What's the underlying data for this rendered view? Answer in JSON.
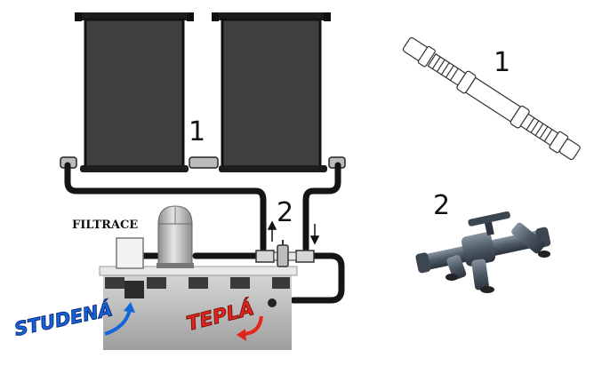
{
  "labels": {
    "panel_callout": "1",
    "valve_callout": "2",
    "filter": "FILTRACE",
    "cold": "STUDENÁ",
    "warm": "TEPLÁ",
    "part1_number": "1",
    "part2_number": "2"
  },
  "colors": {
    "panel": "#3f3f3f",
    "pipe": "#151515",
    "cold": "#1565d8",
    "warm": "#e3261c",
    "part2": "#4e5a66"
  },
  "icons": [
    "solar-panel-icon",
    "pump-filter-icon",
    "ball-valve-icon",
    "pool-icon",
    "hose-connector-icon",
    "tee-valve-icon"
  ]
}
